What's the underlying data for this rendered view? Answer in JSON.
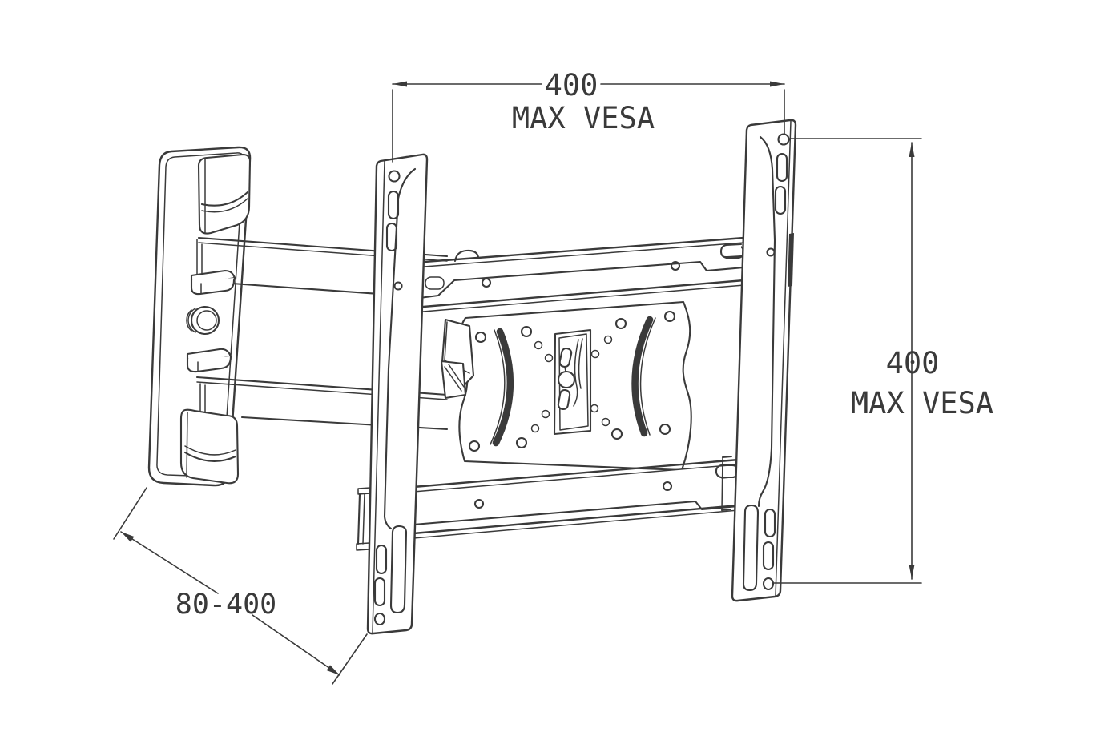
{
  "colors": {
    "ink": "#3a3a3a",
    "paper": "#ffffff"
  },
  "annotations": {
    "top_dimension": {
      "value": "400",
      "caption": "MAX VESA"
    },
    "right_dimension": {
      "value": "400",
      "caption": "MAX VESA"
    },
    "arm_extension": {
      "value": "80-400"
    }
  }
}
